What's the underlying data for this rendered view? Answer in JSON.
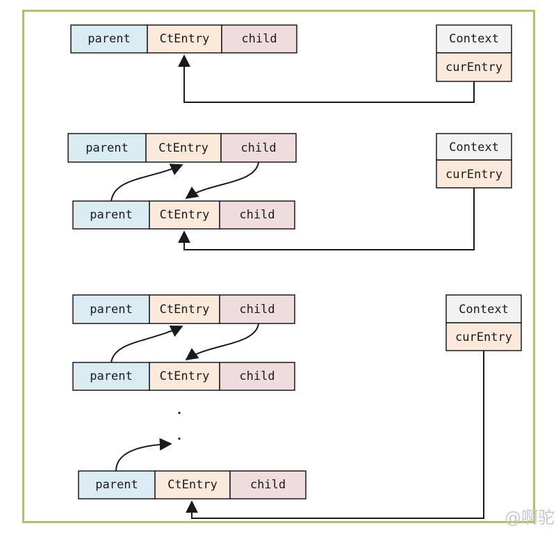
{
  "labels": {
    "parent": "parent",
    "ctentry": "CtEntry",
    "child": "child",
    "context": "Context",
    "curentry": "curEntry",
    "ellipsis_dot": "."
  },
  "colors": {
    "parent": "#dbebf2",
    "ctentry": "#fbeadc",
    "child": "#efdcdc",
    "context": "#f2f2f2",
    "curentry": "#fbeadc",
    "frame": "#a9c46a",
    "stroke": "#1a1a1a"
  },
  "watermark": "@啊驼"
}
